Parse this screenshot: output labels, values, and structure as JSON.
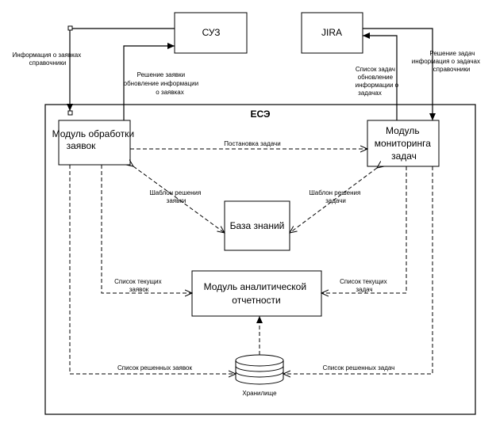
{
  "diagram": {
    "container_title": "ЕСЭ",
    "suz": "СУЗ",
    "jira": "JIRA",
    "request_module": [
      "Модуль обработки",
      "заявок"
    ],
    "monitoring_module": [
      "Модуль",
      "мониторинга",
      "задач"
    ],
    "knowledge_base": "База знаний",
    "analytics_module": [
      "Модуль аналитической",
      "отчетности"
    ],
    "storage": "Хранилище",
    "edges": {
      "info_requests": [
        "Информация о заявках",
        "справочники"
      ],
      "solution_update": [
        "Решение заявки",
        "обновление информации",
        "о заявках"
      ],
      "task_list_update": [
        "Список задач",
        "обновление",
        "информации о",
        "задачах"
      ],
      "task_solution_info": [
        "Решение задач",
        "информация о задачах",
        "справочники"
      ],
      "task_assignment": "Постановка задачи",
      "request_template": [
        "Шаблон решения",
        "заявки"
      ],
      "task_template": [
        "Шаблон решения",
        "задачи"
      ],
      "current_requests": [
        "Список текущих",
        "заявок"
      ],
      "current_tasks": [
        "Список текущих",
        "задач"
      ],
      "solved_requests": "Список решенных заявок",
      "solved_tasks": "Список решенных задач"
    }
  }
}
